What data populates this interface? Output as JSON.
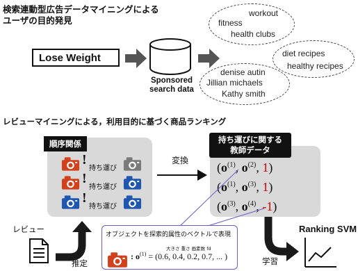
{
  "section1": {
    "title_line1": "検索連動型広告データマイニングによる",
    "title_line2": "ユーザの目的発見",
    "query": "Lose Weight",
    "db_label_line1": "Sponsored",
    "db_label_line2": "search data",
    "ellipse_top": [
      "workout",
      "fitness",
      "health clubs"
    ],
    "ellipse_right": [
      "diet recipes",
      "healthy recipes"
    ],
    "ellipse_bottom": [
      "denise autin",
      "Jillian michaels",
      "Kathy smith"
    ]
  },
  "section2": {
    "title": "レビューマイニングによる，利用目的に基づく商品ランキング",
    "order_label": "順序関係",
    "carry": "持ち運び",
    "convert": "変換",
    "teacher_line1": "持ち運びに関する",
    "teacher_line2": "教師データ",
    "review": "レビュー",
    "estimate": "推定",
    "learn": "学習",
    "ranking_svm": "Ranking SVM",
    "note_title": "オブジェクトを探索的属性のベクトルで表現",
    "attr_header": "大きさ 重さ 画素数 fd",
    "vector_value": "= (0.6, 0.4, 0.2, 0.7, ... )",
    "pairs": [
      {
        "a": "1",
        "b": "2",
        "label": "1"
      },
      {
        "a": "1",
        "b": "3",
        "label": "1"
      },
      {
        "a": "3",
        "b": "4",
        "label": "-1"
      }
    ]
  },
  "colors": {
    "camera_red": "#d2401c",
    "camera_gray": "#7a7a7a",
    "camera_blue": "#1e56b0",
    "negative_label": "#d00000",
    "note_border": "#6d5bd0",
    "panel_bg": "#d9d9d9"
  }
}
